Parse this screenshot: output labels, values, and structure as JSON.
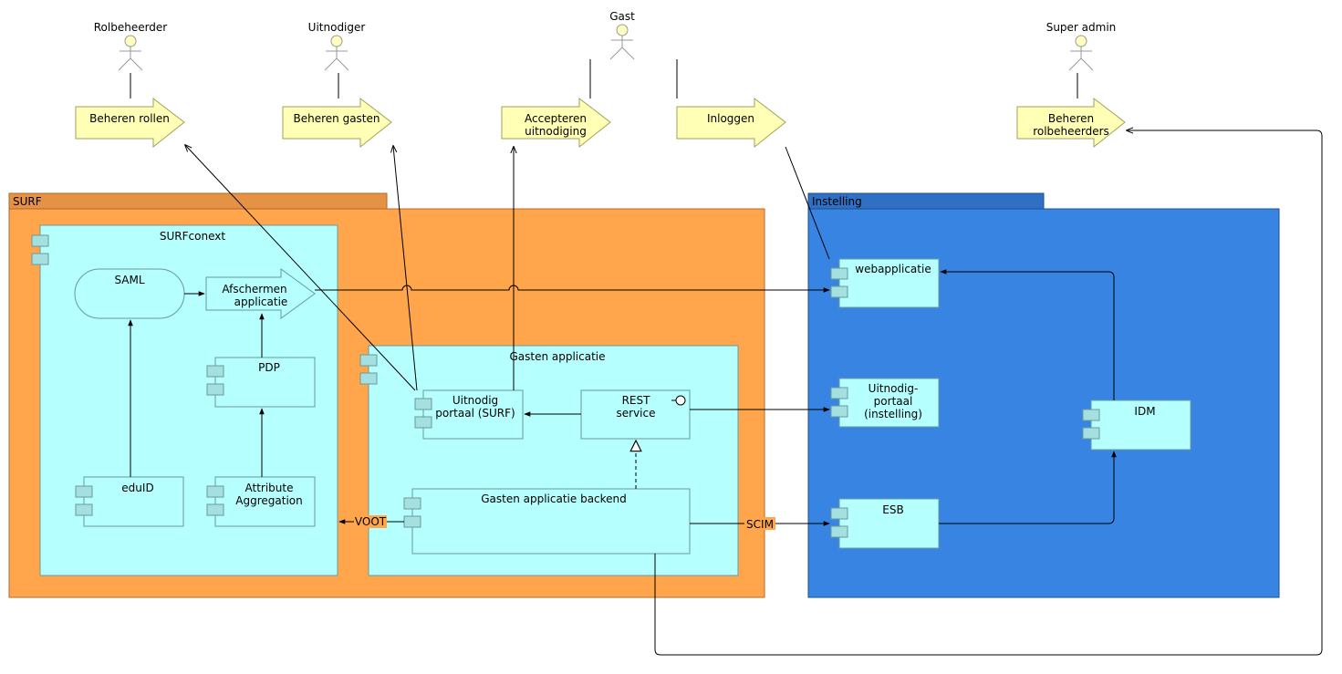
{
  "actors": {
    "rolbeheerder": "Rolbeheerder",
    "uitnodiger": "Uitnodiger",
    "gast": "Gast",
    "super_admin": "Super admin"
  },
  "functions": {
    "beheren_rollen": "Beheren rollen",
    "beheren_gasten": "Beheren gasten",
    "accepteren_line1": "Accepteren",
    "accepteren_line2": "uitnodiging",
    "inloggen": "Inloggen",
    "rolbeheerders_line1": "Beheren",
    "rolbeheerders_line2": "rolbeheerders"
  },
  "groups": {
    "surf": "SURF",
    "instelling": "Instelling"
  },
  "surfconext": {
    "title": "SURFconext",
    "saml": "SAML",
    "afschermen_line1": "Afschermen",
    "afschermen_line2": "applicatie",
    "pdp": "PDP",
    "eduid": "eduID",
    "attribute_line1": "Attribute",
    "attribute_line2": "Aggregation"
  },
  "gasten": {
    "title": "Gasten applicatie",
    "portaal_line1": "Uitnodig",
    "portaal_line2": "portaal (SURF)",
    "rest_line1": "REST",
    "rest_line2": "service",
    "backend": "Gasten applicatie backend"
  },
  "instelling": {
    "webapplicatie": "webapplicatie",
    "portaal_line1": "Uitnodig-",
    "portaal_line2": "portaal",
    "portaal_line3": "(instelling)",
    "esb": "ESB",
    "idm": "IDM"
  },
  "connections": {
    "voot": "VOOT",
    "scim": "SCIM"
  },
  "colors": {
    "surf_fill": "#FFA64D",
    "surf_tab": "#E69245",
    "instelling_fill": "#3784E2",
    "instelling_tab": "#2F70C4",
    "component_fill": "#B5FFFF",
    "function_fill": "#FFFFB5",
    "actor_fill": "#FFFFC0"
  }
}
